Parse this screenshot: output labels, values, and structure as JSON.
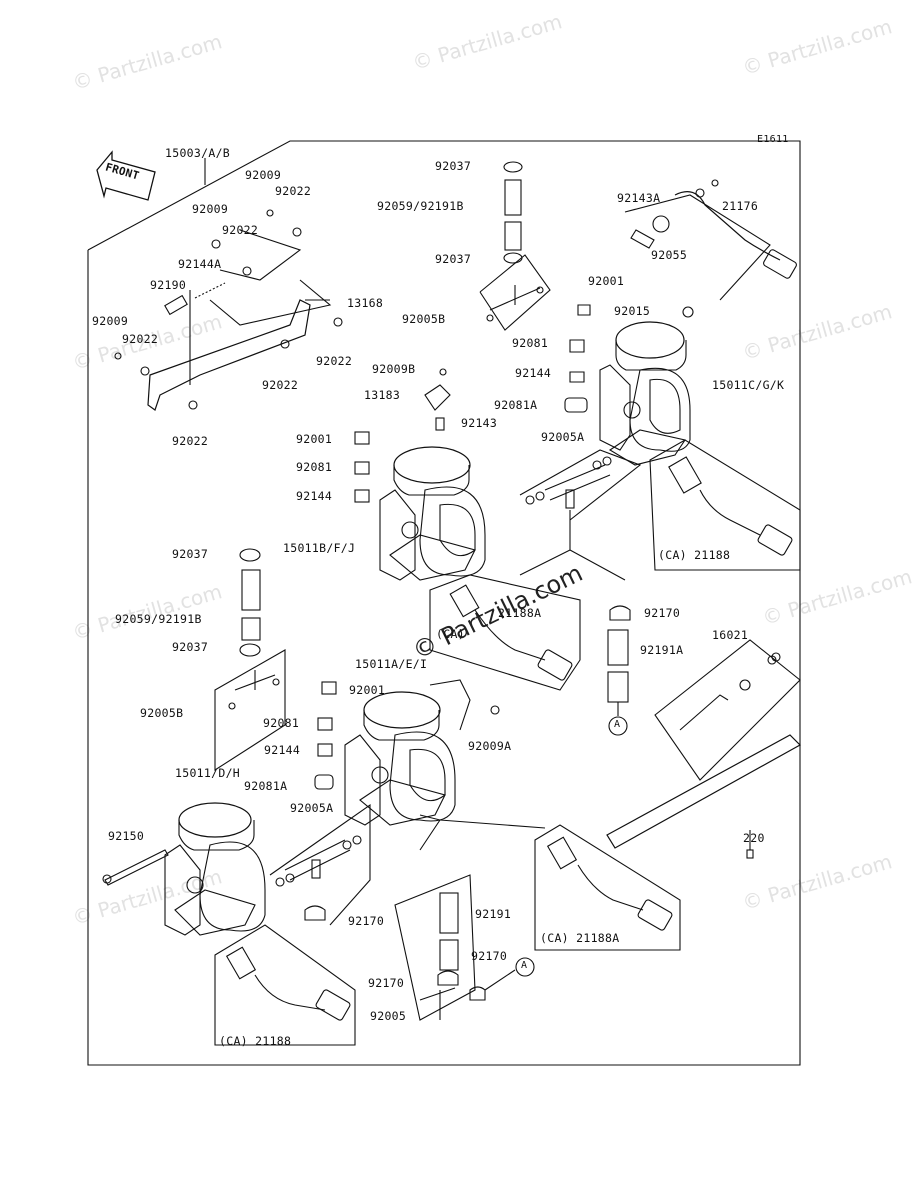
{
  "diagram_code": "E1611",
  "front_label": "FRONT",
  "watermark_text": "© Partzilla.com",
  "main_watermark": "© Partzilla.com",
  "labels": [
    "15003/A/B",
    "92009",
    "92022",
    "92009",
    "92022",
    "92144A",
    "92190",
    "13168",
    "92009",
    "92022",
    "92022",
    "92022",
    "92022",
    "92037",
    "92059/92191B",
    "92037",
    "92005B",
    "92001",
    "92081",
    "92144",
    "92081A",
    "92009B",
    "13183",
    "92143",
    "92143A",
    "21176",
    "92055",
    "92015",
    "15011C/G/K",
    "92005A",
    "(CA) 21188",
    "92001",
    "92081",
    "92144",
    "15011B/F/J",
    "21188A",
    "(CA)",
    "92170",
    "92191A",
    "16021",
    "92037",
    "92059/92191B",
    "92037",
    "92005B",
    "15011A/E/I",
    "92001",
    "92081",
    "92144",
    "92081A",
    "92009A",
    "15011/D/H",
    "92150",
    "92005A",
    "92170",
    "92191",
    "92170",
    "92170",
    "92005",
    "(CA) 21188",
    "(CA) 21188A",
    "220",
    "A",
    "A"
  ]
}
